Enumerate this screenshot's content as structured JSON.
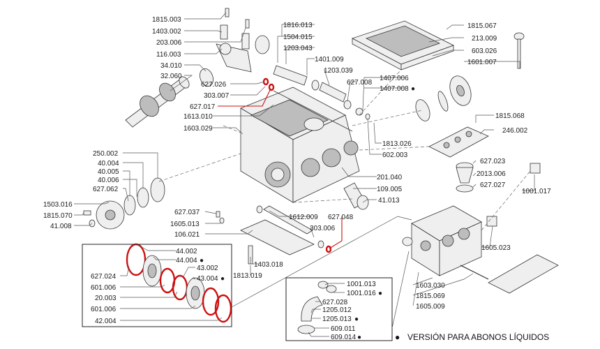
{
  "legend": {
    "symbol": "●",
    "text": "VERSIÓN PARA ABONOS LÍQUIDOS"
  },
  "labels": {
    "l1815_003": "1815.003",
    "l1403_002": "1403.002",
    "l203_006": "203.006",
    "l116_003": "116.003",
    "l34_010": "34.010",
    "l32_060": "32.060",
    "l1816_013": "1816.013",
    "l1504_015": "1504.015",
    "l1203_043": "1203.043",
    "l1401_009": "1401.009",
    "l1203_039": "1203.039",
    "l627_026": "627.026",
    "l303_007": "303.007",
    "l627_017": "627.017",
    "l627_008": "627.008",
    "l1613_010": "1613.010",
    "l1603_029": "1603.029",
    "l1815_067": "1815.067",
    "l213_009": "213.009",
    "l603_026": "603.026",
    "l1601_007": "1601.007",
    "l1407_006": "1407.006",
    "l1407_008": "1407.008",
    "l1815_068": "1815.068",
    "l246_002": "246.002",
    "l1813_026": "1813.026",
    "l602_003": "602.003",
    "l627_023": "627.023",
    "l2013_006": "2013.006",
    "l627_027": "627.027",
    "l1001_017": "1001.017",
    "l250_002": "250.002",
    "l40_004": "40.004",
    "l40_005": "40.005",
    "l40_006": "40.006",
    "l627_062": "627.062",
    "l1503_016": "1503.016",
    "l1815_070": "1815.070",
    "l41_008": "41.008",
    "l201_040": "201.040",
    "l109_005": "109.005",
    "l41_013": "41.013",
    "l627_037": "627.037",
    "l1605_013": "1605.013",
    "l1612_009": "1612.009",
    "l627_048": "627.048",
    "l303_006": "303.006",
    "l106_021": "106.021",
    "l1403_018": "1403.018",
    "l1813_019": "1813.019",
    "l1605_023": "1605.023",
    "l44_002": "44.002",
    "l44_004": "44.004",
    "l43_002": "43.002",
    "l43_004": "43.004",
    "l627_024": "627.024",
    "l601_006a": "601.006",
    "l20_003": "20.003",
    "l601_006b": "601.006",
    "l42_004": "42.004",
    "l1001_013": "1001.013",
    "l1001_016": "1001.016",
    "l627_028": "627.028",
    "l1205_012": "1205.012",
    "l1205_013": "1205.013",
    "l609_011": "609.011",
    "l609_014": "609.014",
    "l1603_030": "1603.030",
    "l1815_069": "1815.069",
    "l1605_009": "1605.009"
  }
}
